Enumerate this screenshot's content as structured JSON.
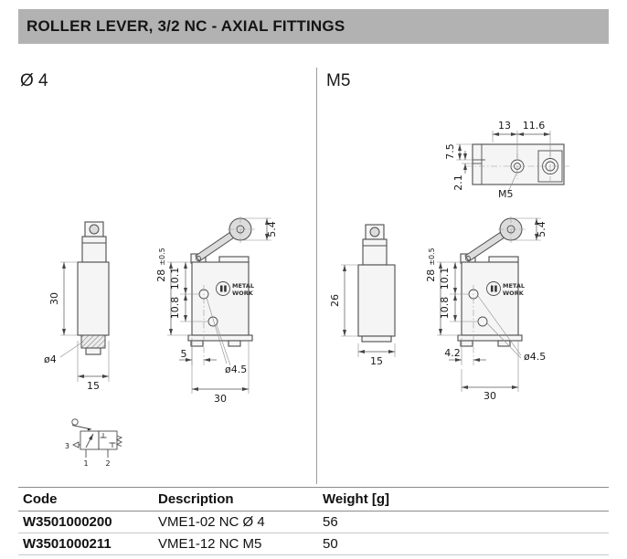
{
  "header": {
    "title": "ROLLER LEVER, 3/2 NC - AXIAL FITTINGS"
  },
  "left_section": {
    "label": "Ø 4",
    "side_view": {
      "height": "30",
      "fitting_diameter": "ø4",
      "width": "15"
    },
    "front_view": {
      "roller_width": "5.4",
      "body_height": "28",
      "tolerance": "±0.5",
      "port_top_offset": "10.1",
      "port_spacing": "10.8",
      "port_edge_offset": "5",
      "hole_diameter": "ø4.5",
      "width": "30"
    },
    "logo": {
      "line1": "METAL",
      "line2": "WORK"
    },
    "symbol": {
      "port_1": "1",
      "port_2": "2",
      "port_3": "3"
    }
  },
  "right_section": {
    "label": "M5",
    "top_view": {
      "pitch_left": "13",
      "pitch_right": "11.6",
      "height_top": "7.5",
      "height_step": "2.1",
      "thread": "M5"
    },
    "side_view": {
      "height": "26",
      "width": "15"
    },
    "front_view": {
      "roller_width": "5.4",
      "body_height": "28",
      "tolerance": "±0.5",
      "port_top_offset": "10.1",
      "port_spacing": "10.8",
      "port_edge_offset": "4.2",
      "hole_diameter": "ø4.5",
      "width": "30"
    },
    "logo": {
      "line1": "METAL",
      "line2": "WORK"
    }
  },
  "table": {
    "headers": [
      "Code",
      "Description",
      "Weight [g]"
    ],
    "rows": [
      {
        "code": "W3501000200",
        "description": "VME1-02 NC Ø 4",
        "weight": "56"
      },
      {
        "code": "W3501000211",
        "description": "VME1-12 NC M5",
        "weight": "50"
      }
    ]
  }
}
